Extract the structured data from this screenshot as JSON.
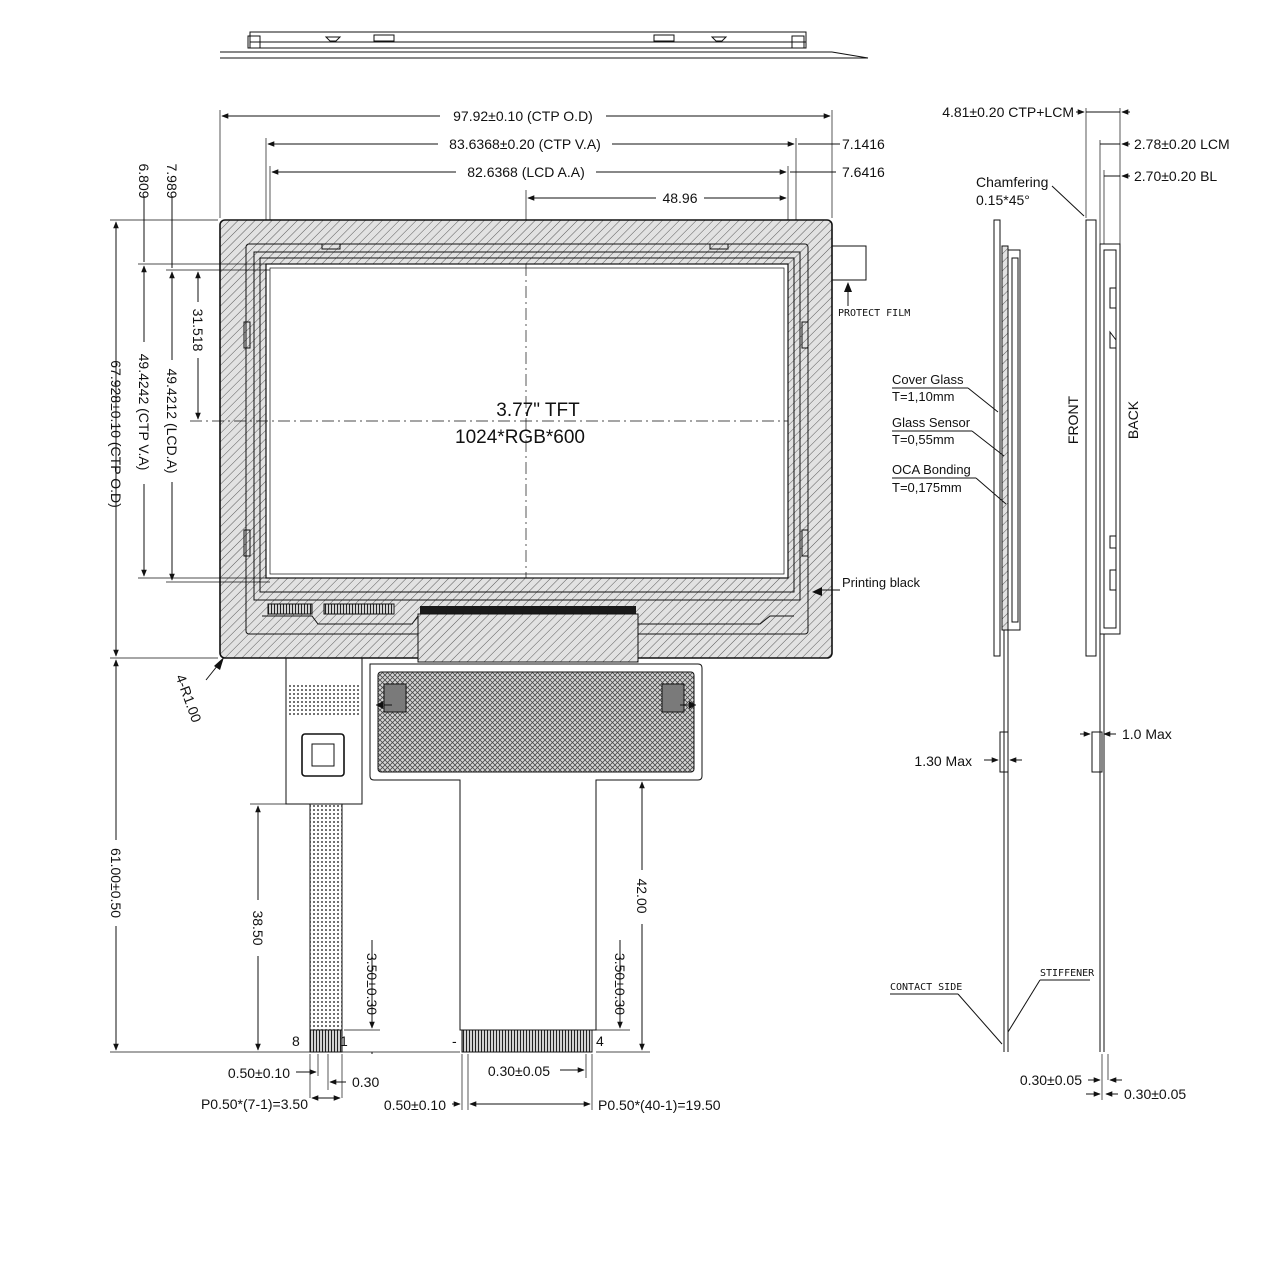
{
  "panel": {
    "model_line1": "3.77\" TFT",
    "model_line2": "1024*RGB*600",
    "protect_film": "PROTECT FILM",
    "printing_black": "Printing black",
    "corner_radius": "4-R1.00"
  },
  "dims_top": {
    "ctp_od": "97.92±0.10 (CTP O.D)",
    "ctp_va": "83.6368±0.20 (CTP V.A)",
    "lcd_aa": "82.6368 (LCD A.A)",
    "right_1": "7.1416",
    "right_2": "7.6416",
    "center": "48.96"
  },
  "dims_left": {
    "top_1": "6.809",
    "top_2": "7.989",
    "center": "31.518",
    "lcd_a": "49.4212 (LCD.A)",
    "ctp_va": "49.4242 (CTP V.A)",
    "ctp_od": "67.928±0.10 (CTP O.D)",
    "fpc_total": "61.00±0.50"
  },
  "dims_fpc": {
    "small_len": "38.50",
    "small_tail": "3.50±0.30",
    "small_pin_last": "8",
    "small_pin_first": "1",
    "main_len": "42.00",
    "main_tail": "3.50±0.30",
    "main_pin_first": "-",
    "main_pin_last": "4",
    "small_pitch_w": "0.50±0.10",
    "small_gap": "0.30",
    "small_pitch": "P0.50*(7-1)=3.50",
    "main_pitch_w": "0.30±0.05",
    "main_edge": "0.50±0.10",
    "main_pitch": "P0.50*(40-1)=19.50"
  },
  "side_view": {
    "total": "4.81±0.20 CTP+LCM",
    "lcm": "2.78±0.20 LCM",
    "bl": "2.70±0.20 BL",
    "chamfer_1": "Chamfering",
    "chamfer_2": "0.15*45°",
    "cover_glass": "Cover Glass",
    "cover_glass_t": "T=1,10mm",
    "glass_sensor": "Glass Sensor",
    "glass_sensor_t": "T=0,55mm",
    "oca": "OCA Bonding",
    "oca_t": "T=0,175mm",
    "front": "FRONT",
    "back": "BACK",
    "max_130": "1.30 Max",
    "max_10": "1.0 Max",
    "contact_side": "CONTACT SIDE",
    "stiffener": "STIFFENER",
    "tol_left": "0.30±0.05",
    "tol_right": "0.30±0.05"
  }
}
